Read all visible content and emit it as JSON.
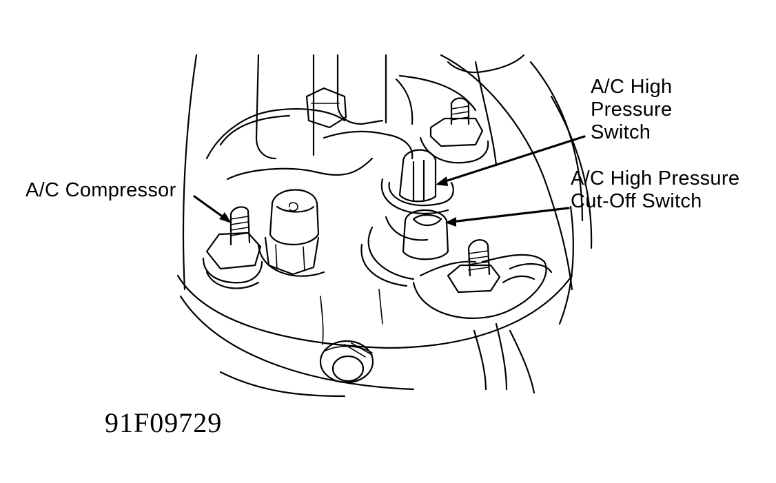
{
  "labels": {
    "compressor": "A/C Compressor",
    "high_pressure_switch": [
      "A/C High",
      "Pressure",
      "Switch"
    ],
    "cutoff_switch": [
      "A/C High Pressure",
      "Cut-Off Switch"
    ]
  },
  "figure_id": "91F09729"
}
